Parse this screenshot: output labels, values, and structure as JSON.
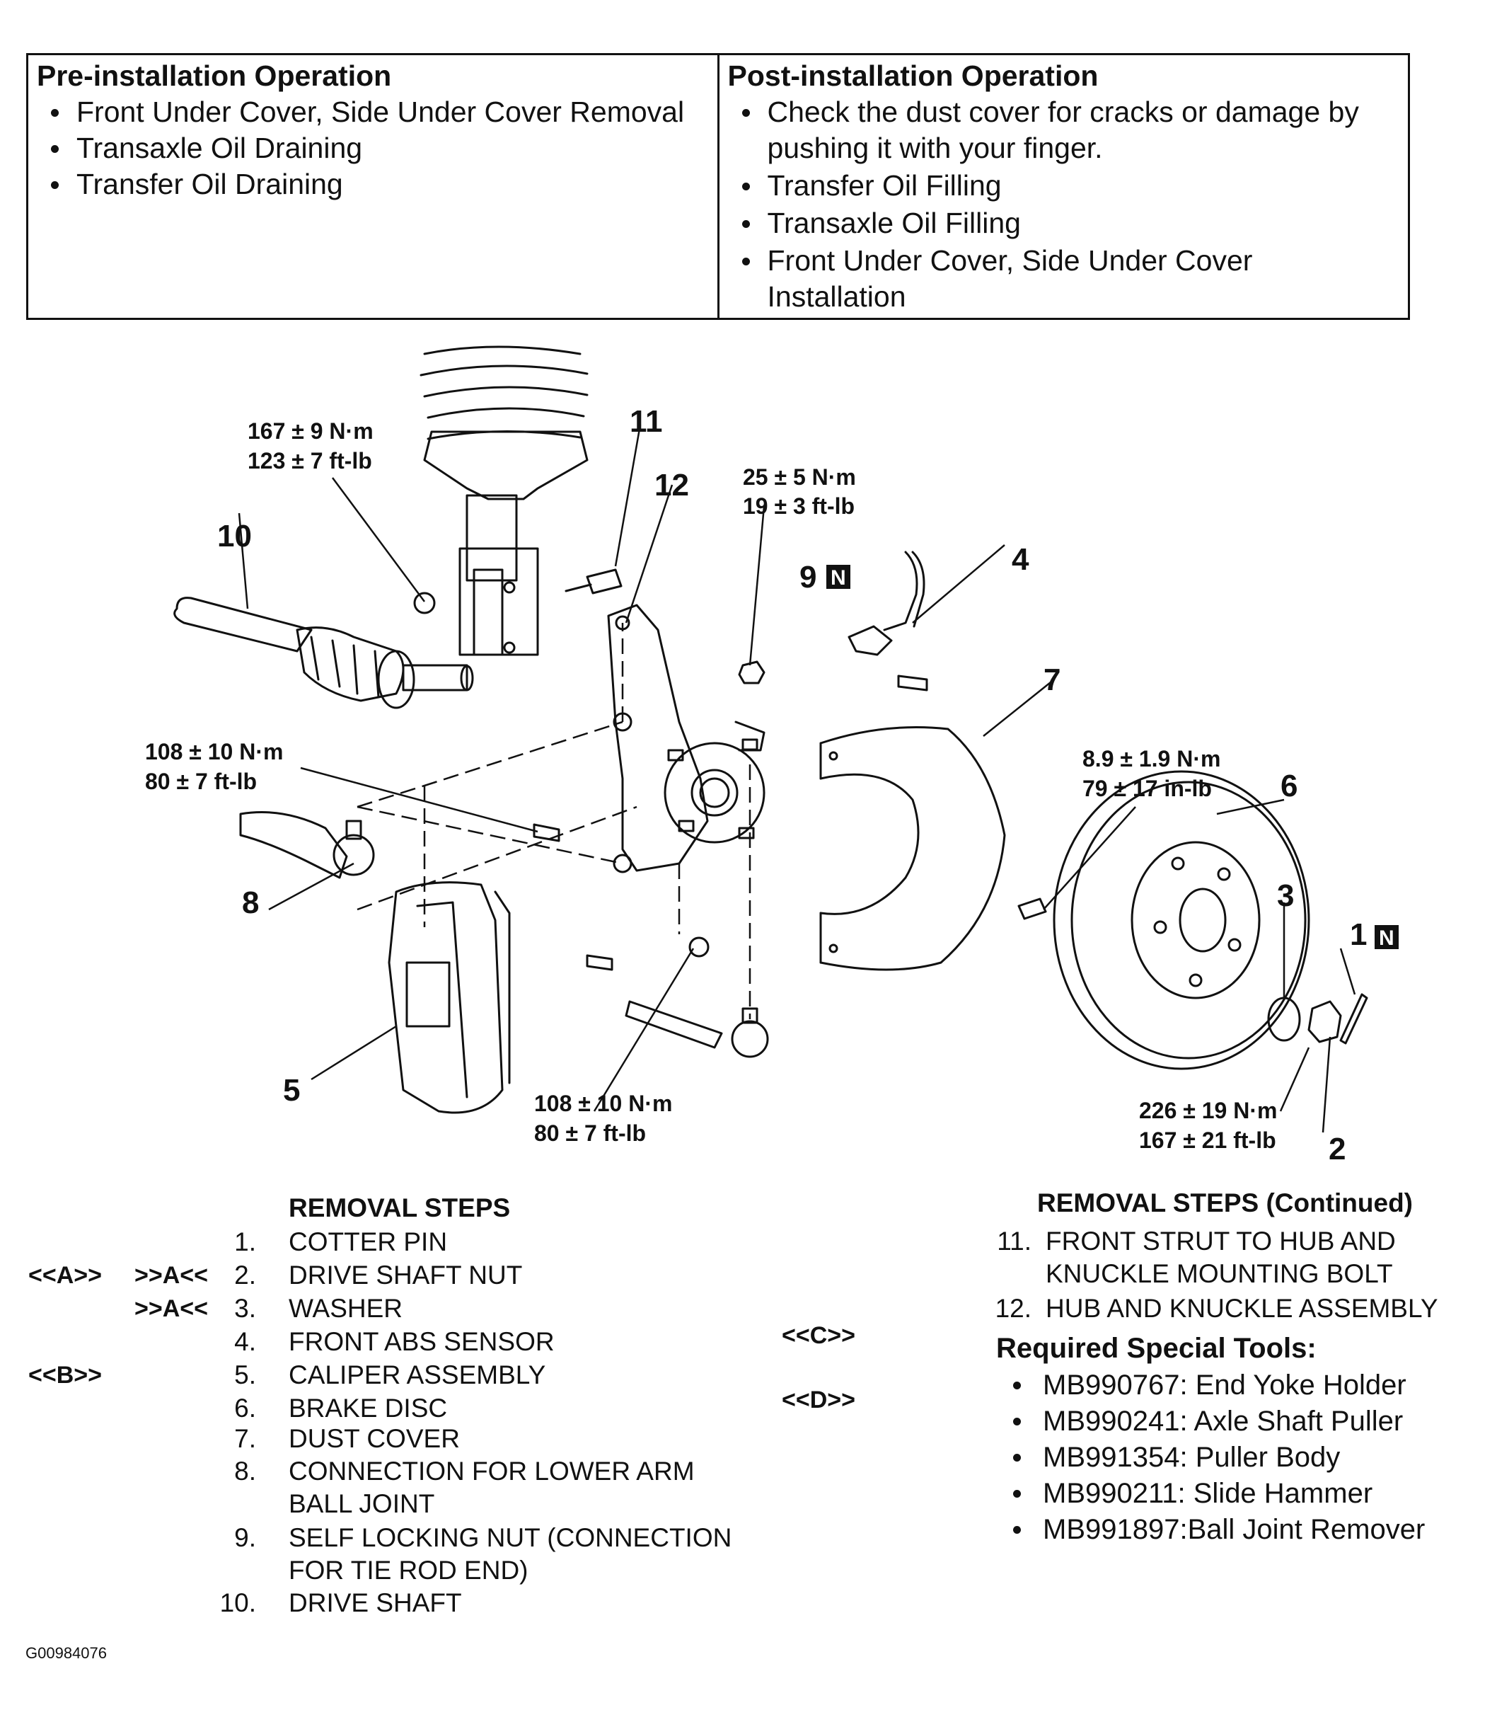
{
  "operations": {
    "pre": {
      "title": "Pre-installation Operation",
      "items": [
        "Front Under Cover, Side Under Cover Removal",
        "Transaxle Oil Draining",
        "Transfer Oil Draining"
      ]
    },
    "post": {
      "title": "Post-installation Operation",
      "items": [
        "Check the dust cover for cracks or damage by pushing it with your finger.",
        "Transfer Oil Filling",
        "Transaxle Oil Filling",
        "Front Under Cover, Side Under Cover Installation"
      ]
    }
  },
  "diagram": {
    "part_labels": [
      "1",
      "2",
      "3",
      "4",
      "5",
      "6",
      "7",
      "8",
      "9",
      "10",
      "11",
      "12"
    ],
    "new_part_marker": "N",
    "torques": {
      "strut_bolt": [
        "167 ± 9 N·m",
        "123 ± 7 ft-lb"
      ],
      "tie_rod_nut": [
        "25 ± 5 N·m",
        "19 ± 3 ft-lb"
      ],
      "caliper_bolt": [
        "108 ± 10 N·m",
        "80 ± 7 ft-lb"
      ],
      "dust_cover_bolt": [
        "8.9 ± 1.9 N·m",
        "79 ± 17 in-lb"
      ],
      "lower_arm_nut": [
        "108 ± 10 N·m",
        "80 ± 7 ft-lb"
      ],
      "drive_shaft_nut": [
        "226 ± 19 N·m",
        "167 ± 21 ft-lb"
      ]
    }
  },
  "removal_steps": {
    "title": "REMOVAL STEPS",
    "steps": [
      {
        "num": "1.",
        "lines": [
          "COTTER PIN"
        ]
      },
      {
        "num": "2.",
        "lines": [
          "DRIVE SHAFT NUT"
        ]
      },
      {
        "num": "3.",
        "lines": [
          "WASHER"
        ]
      },
      {
        "num": "4.",
        "lines": [
          "FRONT ABS SENSOR"
        ]
      },
      {
        "num": "5.",
        "lines": [
          "CALIPER ASSEMBLY"
        ]
      },
      {
        "num": "6.",
        "lines": [
          "BRAKE DISC"
        ]
      },
      {
        "num": "7.",
        "lines": [
          "DUST COVER"
        ]
      },
      {
        "num": "8.",
        "lines": [
          "CONNECTION FOR LOWER ARM",
          "BALL JOINT"
        ]
      },
      {
        "num": "9.",
        "lines": [
          "SELF LOCKING NUT (CONNECTION",
          "FOR TIE ROD END)"
        ]
      },
      {
        "num": "10.",
        "lines": [
          "DRIVE SHAFT"
        ]
      }
    ],
    "codes": {
      "step2_removal": "<<A>>",
      "step2_install": ">>A<<",
      "step3_install": ">>A<<",
      "step5_removal": "<<B>>",
      "step11_removal": "<<C>>",
      "step12_removal": "<<D>>"
    }
  },
  "removal_steps_continued": {
    "title": "REMOVAL STEPS  (Continued)",
    "steps": [
      {
        "num": "11.",
        "lines": [
          "FRONT STRUT TO HUB AND",
          "KNUCKLE MOUNTING BOLT"
        ]
      },
      {
        "num": "12.",
        "lines": [
          "HUB AND KNUCKLE ASSEMBLY"
        ]
      }
    ]
  },
  "special_tools": {
    "title": "Required Special Tools:",
    "items": [
      "MB990767: End Yoke Holder",
      "MB990241: Axle Shaft Puller",
      "MB991354: Puller Body",
      "MB990211: Slide Hammer",
      "MB991897:Ball Joint Remover"
    ]
  },
  "figure_id": "G00984076"
}
